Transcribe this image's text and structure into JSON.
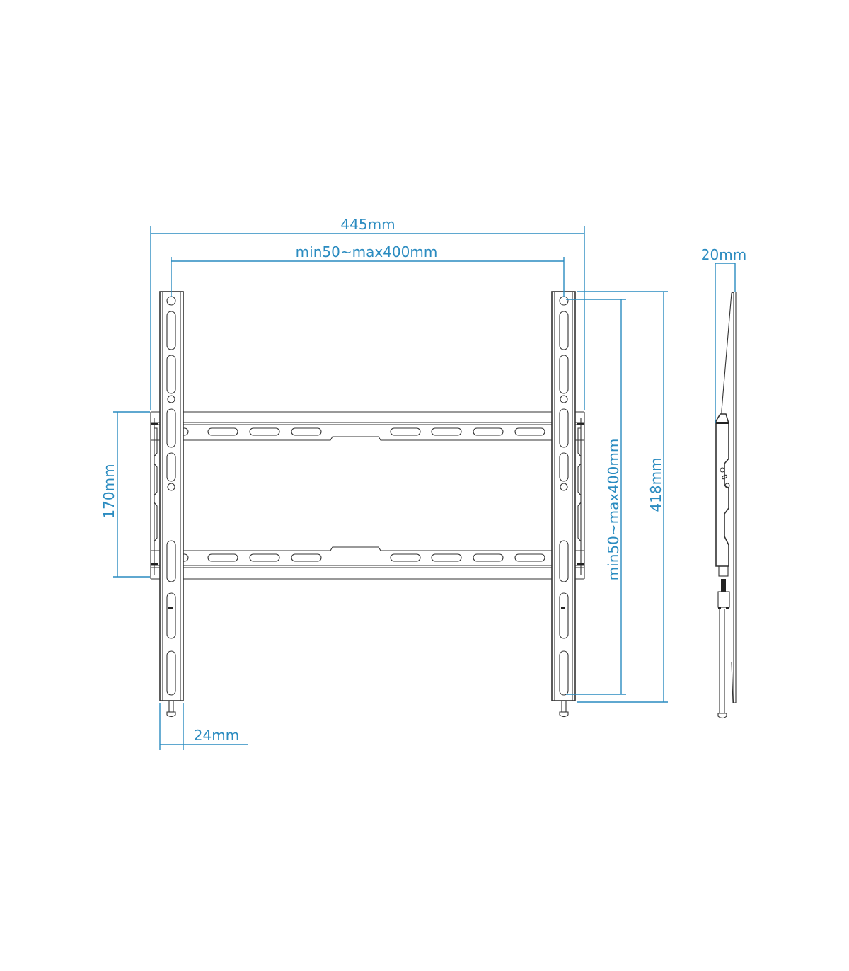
{
  "diagram": {
    "title": "TV wall mount bracket dimension drawing",
    "colors": {
      "dimension_lines": "#2a8bc0",
      "part_outline": "#333333",
      "background": "#ffffff"
    },
    "views": {
      "front": {
        "arms": 2,
        "rails": 2
      },
      "side": {}
    },
    "dimensions": {
      "overall_width": "445mm",
      "vesa_horizontal": "min50~max400mm",
      "rail_spacing": "170mm",
      "vesa_vertical": "min50~max400mm",
      "overall_height": "418mm",
      "arm_width": "24mm",
      "depth": "20mm"
    }
  }
}
